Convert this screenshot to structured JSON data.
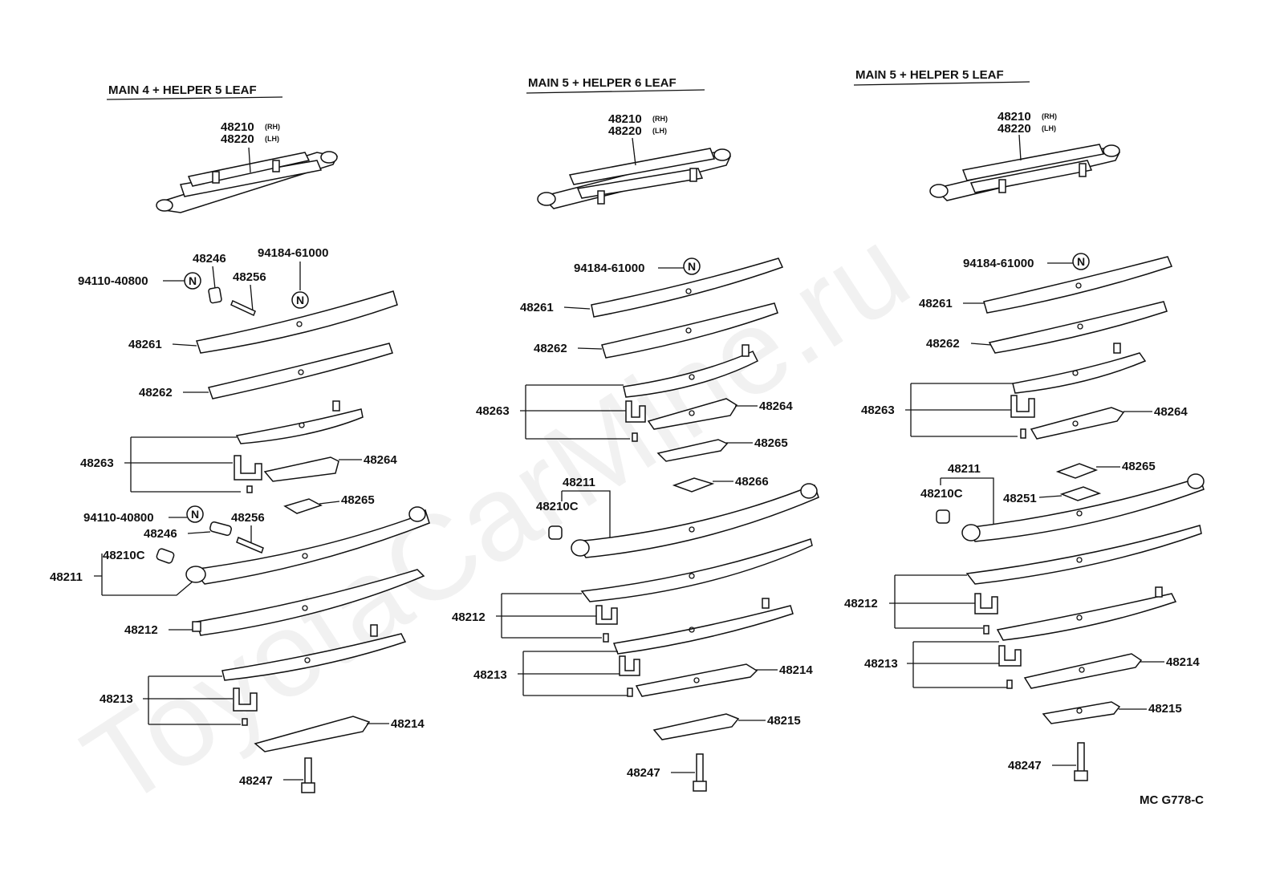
{
  "diagram": {
    "watermark": "ToyotaCarMine.ru",
    "figure_code": "MC G778-C",
    "n_symbol": "N",
    "sections": [
      {
        "title": "MAIN 4 + HELPER 5 LEAF",
        "assembly_rh": "48210",
        "assembly_rh_suffix": "(RH)",
        "assembly_lh": "48220",
        "assembly_lh_suffix": "(LH)",
        "labels": {
          "n_top_left": "94110-40800",
          "pin_top": "48246",
          "n_top_right": "94184-61000",
          "bolt_top": "48256",
          "leaf1": "48261",
          "leaf2": "48262",
          "clip_group1": "48263",
          "helper_a": "48264",
          "spacer_a": "48265",
          "n_mid": "94110-40800",
          "bolt_mid": "48256",
          "pin_mid": "48246",
          "bushing": "48210C",
          "main_leaf": "48211",
          "leaf_b": "48212",
          "clip_group2": "48213",
          "helper_b": "48214",
          "center_bolt": "48247"
        }
      },
      {
        "title": "MAIN 5 + HELPER 6 LEAF",
        "assembly_rh": "48210",
        "assembly_rh_suffix": "(RH)",
        "assembly_lh": "48220",
        "assembly_lh_suffix": "(LH)",
        "labels": {
          "n_top": "94184-61000",
          "leaf1": "48261",
          "leaf2": "48262",
          "clip_group1": "48263",
          "helper_a": "48264",
          "helper_b": "48265",
          "spacer": "48266",
          "main_leaf": "48211",
          "bushing": "48210C",
          "clip_group2": "48212",
          "clip_group3": "48213",
          "helper_c": "48214",
          "helper_d": "48215",
          "center_bolt": "48247"
        }
      },
      {
        "title": "MAIN 5 + HELPER 5 LEAF",
        "assembly_rh": "48210",
        "assembly_rh_suffix": "(RH)",
        "assembly_lh": "48220",
        "assembly_lh_suffix": "(LH)",
        "labels": {
          "n_top": "94184-61000",
          "leaf1": "48261",
          "leaf2": "48262",
          "clip_group1": "48263",
          "helper_a": "48264",
          "main_leaf": "48211",
          "spacer_a": "48265",
          "bushing": "48210C",
          "spacer_b": "48251",
          "clip_group2": "48212",
          "clip_group3": "48213",
          "helper_b": "48214",
          "helper_c": "48215",
          "center_bolt": "48247"
        }
      }
    ]
  }
}
